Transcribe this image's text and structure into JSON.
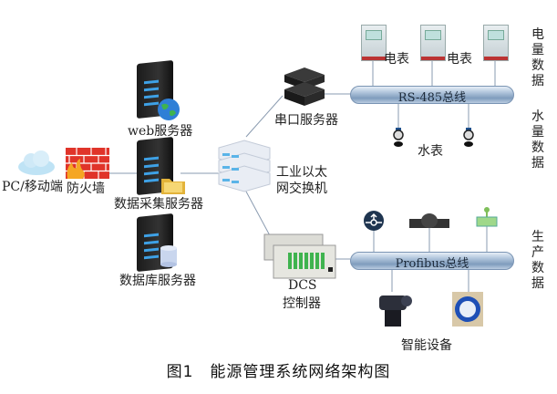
{
  "diagram": {
    "caption": "图1　能源管理系统网络架构图",
    "nodes": {
      "pc_mobile": "PC/移动端",
      "firewall": "防火墙",
      "web_server": "web服务器",
      "data_collection_server": "数据采集服务器",
      "database_server": "数据库服务器",
      "ethernet_switch_line1": "工业以太",
      "ethernet_switch_line2": "网交换机",
      "serial_server": "串口服务器",
      "dcs_line1": "DCS",
      "dcs_line2": "控制器",
      "electric_meter_1": "电表",
      "electric_meter_2": "电表",
      "water_meter": "水表",
      "smart_devices": "智能设备"
    },
    "buses": {
      "rs485": "RS-485总线",
      "profibus": "Profibus总线"
    },
    "side_labels": {
      "electric_data": [
        "电",
        "量",
        "数",
        "据"
      ],
      "water_data": [
        "水",
        "量",
        "数",
        "据"
      ],
      "production_data": [
        "生",
        "产",
        "数",
        "据"
      ]
    },
    "colors": {
      "bus": "#8fa9c8",
      "wire": "#8a9bb0",
      "firewall": "#e0342a",
      "server": "#1e1e1e",
      "server_led": "#3ea1e6"
    }
  }
}
